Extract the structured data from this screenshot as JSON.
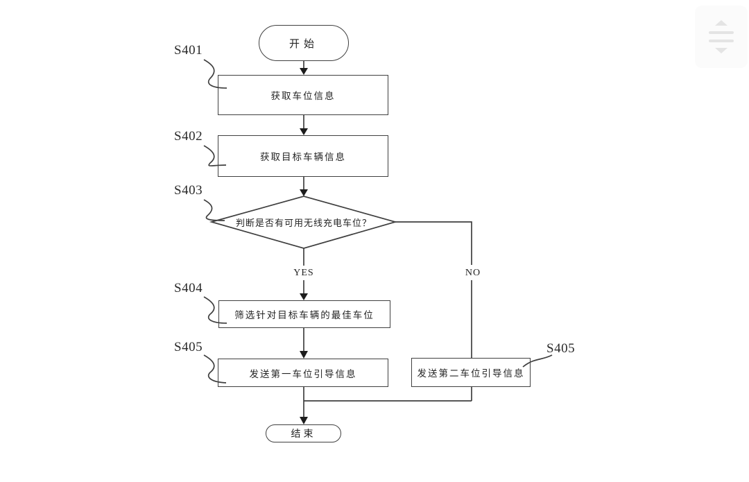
{
  "page": {
    "background_color": "#ffffff",
    "stroke_color": "#3f3f3f",
    "text_color": "#242424"
  },
  "flowchart": {
    "nodes": {
      "start": {
        "label": "开始"
      },
      "s401": {
        "step": "S401",
        "label": "获取车位信息"
      },
      "s402": {
        "step": "S402",
        "label": "获取目标车辆信息"
      },
      "s403": {
        "step": "S403",
        "label": "判断是否有可用无线充电车位？"
      },
      "s404": {
        "step": "S404",
        "label": "筛选针对目标车辆的最佳车位"
      },
      "s405_first": {
        "step": "S405",
        "label": "发送第一车位引导信息"
      },
      "s405_second": {
        "step": "S405",
        "label": "发送第二车位引导信息"
      },
      "end": {
        "label": "结束"
      }
    },
    "branches": {
      "yes": "YES",
      "no": "NO"
    }
  },
  "widgets": {
    "scroll_indicator": {
      "background": "#fbfbfb",
      "icon_color": "#e4e4e4"
    }
  }
}
